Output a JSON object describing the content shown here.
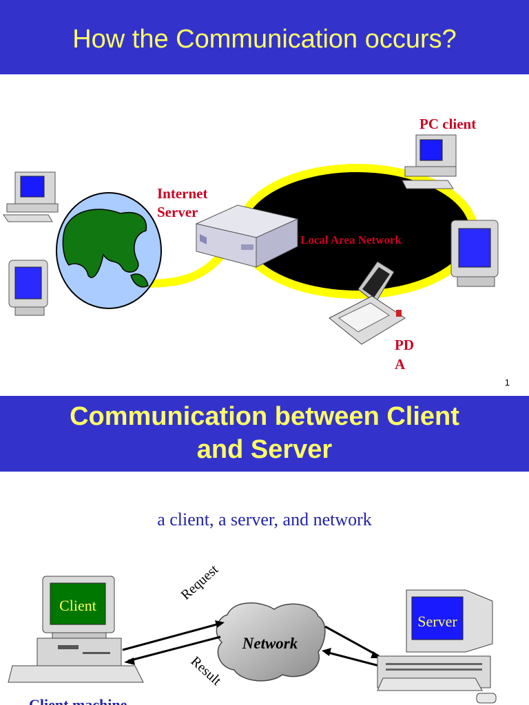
{
  "slide1": {
    "title": "How the Communication occurs?",
    "labels": {
      "pc_client": "PC client",
      "internet_server": "Internet\nServer",
      "lan": "Local Area Network",
      "pda": "PD\nA"
    },
    "page_number": "1"
  },
  "slide2": {
    "title_line1": "Communication between Client",
    "title_line2": "and Server",
    "subtitle": "a client, a server, and network",
    "client_screen": "Client",
    "server_screen": "Server",
    "network": "Network",
    "request": "Request",
    "result": "Result",
    "client_machine": "Client machine"
  },
  "colors": {
    "title_bar": "#3333cc",
    "title_text": "#ffff66",
    "label_red": "#cc0022",
    "subtitle_blue": "#2222aa"
  }
}
